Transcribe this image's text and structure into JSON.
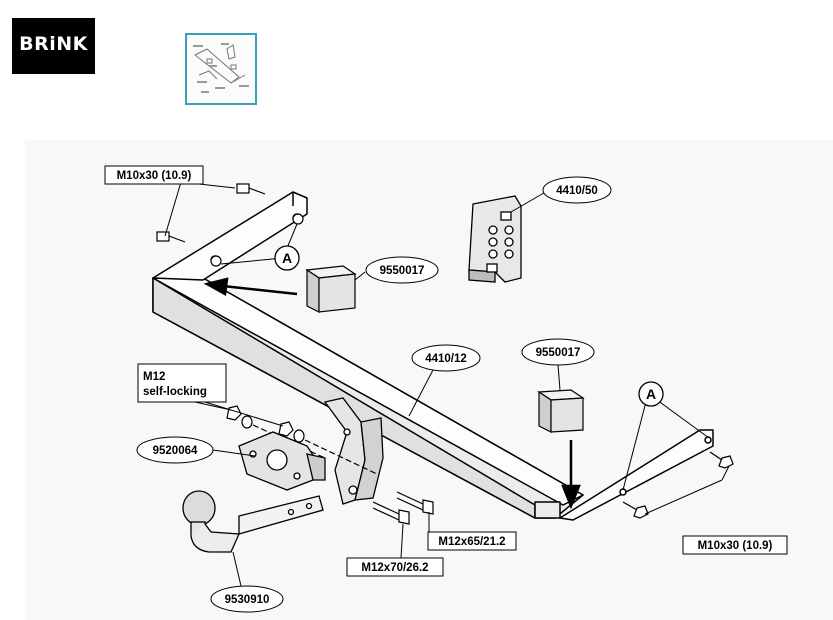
{
  "brand": {
    "logo_text": "BRiNK"
  },
  "diagram": {
    "labels": {
      "bolt_top_left": "M10x30 (10.9)",
      "bolt_bottom_right": "M10x30 (10.9)",
      "plate_part": "4410/50",
      "block_left": "9550017",
      "block_right": "9550017",
      "crossbar": "4410/12",
      "nut_type_line1": "M12",
      "nut_type_line2": "self-locking",
      "socket_plate": "9520064",
      "ball_neck": "9530910",
      "bolt_short": "M12x65/21.2",
      "bolt_long": "M12x70/26.2",
      "marker_a_left": "A",
      "marker_a_right": "A"
    }
  }
}
